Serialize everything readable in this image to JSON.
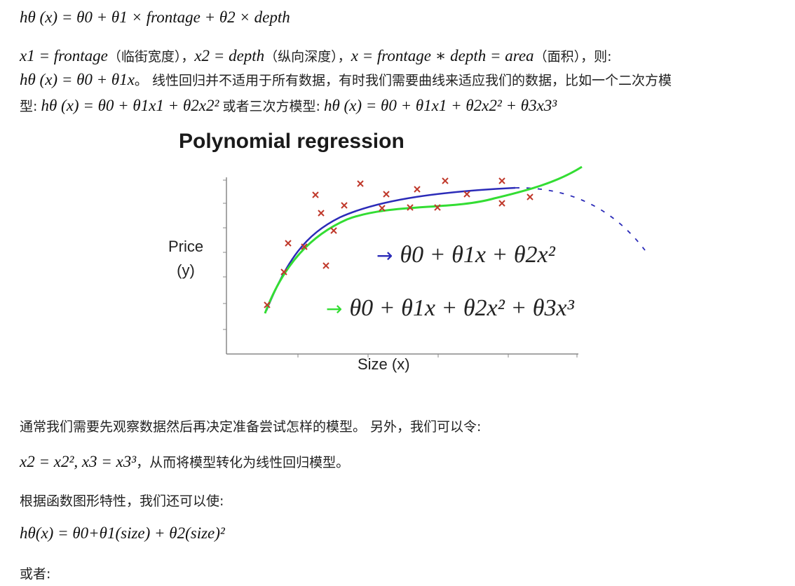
{
  "text": {
    "line1_math": "hθ (x) = θ0 + θ1 × frontage + θ2 × depth",
    "line2_a": "x1 = frontage",
    "line2_b": "（临街宽度），",
    "line2_c": "x2 = depth",
    "line2_d": "（纵向深度），",
    "line2_e": "x = frontage ∗ depth = area",
    "line2_f": "（面积），则:",
    "line3_a": "hθ (x) = θ0 + θ1x",
    "line3_b": "。 线性回归并不适用于所有数据，有时我们需要曲线来适应我们的数据，比如一个二次方模",
    "line4_a": "型:",
    "line4_b": "hθ (x) = θ0 + θ1x1 + θ2x2²",
    "line4_c": "或者三次方模型:",
    "line4_d": "hθ (x) = θ0 + θ1x1 + θ2x2² + θ3x3³",
    "para1": "通常我们需要先观察数据然后再决定准备尝试怎样的模型。 另外，我们可以令:",
    "line6_a": "x2 = x2², x3 = x3³",
    "line6_b": "，从而将模型转化为线性回归模型。",
    "para2": "根据函数图形特性，我们还可以使:",
    "line8": "hθ(x) = θ0+θ1(size) + θ2(size)²",
    "para3": "或者:"
  },
  "figure": {
    "title": "Polynomial regression",
    "ylabel_1": "Price",
    "ylabel_2": "(y)",
    "xlabel": "Size (x)",
    "eq_quadratic": "θ0 + θ1x + θ2x²",
    "eq_cubic": "θ0 + θ1x + θ2x² + θ3x³",
    "colors": {
      "quadratic": "#2b2bb8",
      "cubic": "#33dd33",
      "points": "#c0392b",
      "axis": "#888888"
    }
  }
}
